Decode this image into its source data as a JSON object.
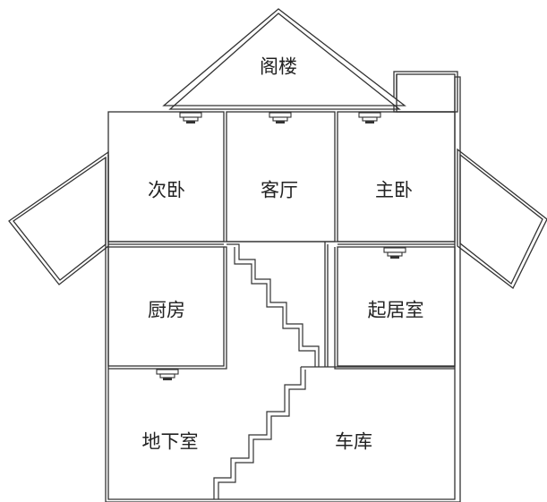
{
  "rooms": {
    "attic": "阁楼",
    "second_bedroom": "次卧",
    "living_room": "客厅",
    "master_bedroom": "主卧",
    "kitchen": "厨房",
    "family_room": "起居室",
    "basement": "地下室",
    "garage": "车库"
  },
  "icons": {
    "detector": "smoke-detector-icon"
  }
}
